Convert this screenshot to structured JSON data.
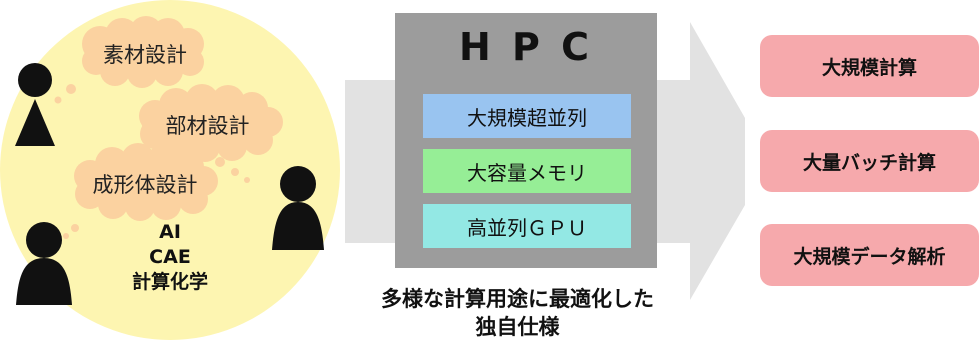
{
  "user_domains": {
    "clouds": [
      "素材設計",
      "部材設計",
      "成形体設計"
    ],
    "core_lines": [
      "AI",
      "CAE",
      "計算化学"
    ]
  },
  "hpc": {
    "title": "H P C",
    "features": [
      {
        "label": "大規模超並列",
        "color": "#99c4f0"
      },
      {
        "label": "大容量メモリ",
        "color": "#96ee96"
      },
      {
        "label": "高並列ＧＰＵ",
        "color": "#93e8e4"
      }
    ],
    "caption_lines": [
      "多様な計算用途に最適化した",
      "独自仕様"
    ]
  },
  "results": [
    "大規模計算",
    "大量バッチ計算",
    "大規模データ解析"
  ],
  "colors": {
    "bubble": "#fdf5b1",
    "cloud": "#fbd2a0",
    "hpc_box": "#9c9c9c",
    "arrow": "#e2e2e2",
    "result": "#f6a9ac"
  }
}
